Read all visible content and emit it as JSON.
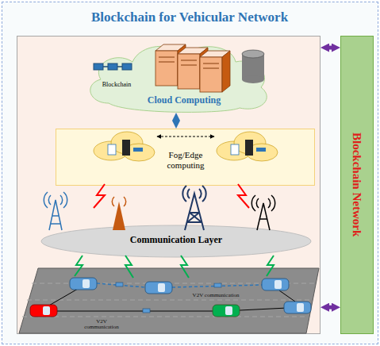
{
  "diagram": {
    "nodes": [
      {
        "text": [
          "Blockchain for Vehicular Network"
        ]
      },
      {
        "text": [],
        "in": 0
      },
      {
        "text": [
          "Cloud Computing",
          "Blockchain"
        ],
        "in": 1
      },
      {
        "text": [
          "Fog/Edge computing"
        ],
        "in": 1
      },
      {
        "text": [
          "Communication Layer"
        ],
        "in": 1
      },
      {
        "text": [
          "V2V communication",
          "V2V communication"
        ],
        "in": 1
      },
      {
        "text": [
          "Blockchain Network"
        ],
        "in": 0
      }
    ],
    "edges": [
      {
        "from": 2,
        "to": 3,
        "arrow": "both"
      },
      {
        "from": 1,
        "to": 6,
        "arrow": "both"
      },
      {
        "from": 1,
        "to": 6,
        "arrow": "both"
      }
    ]
  }
}
